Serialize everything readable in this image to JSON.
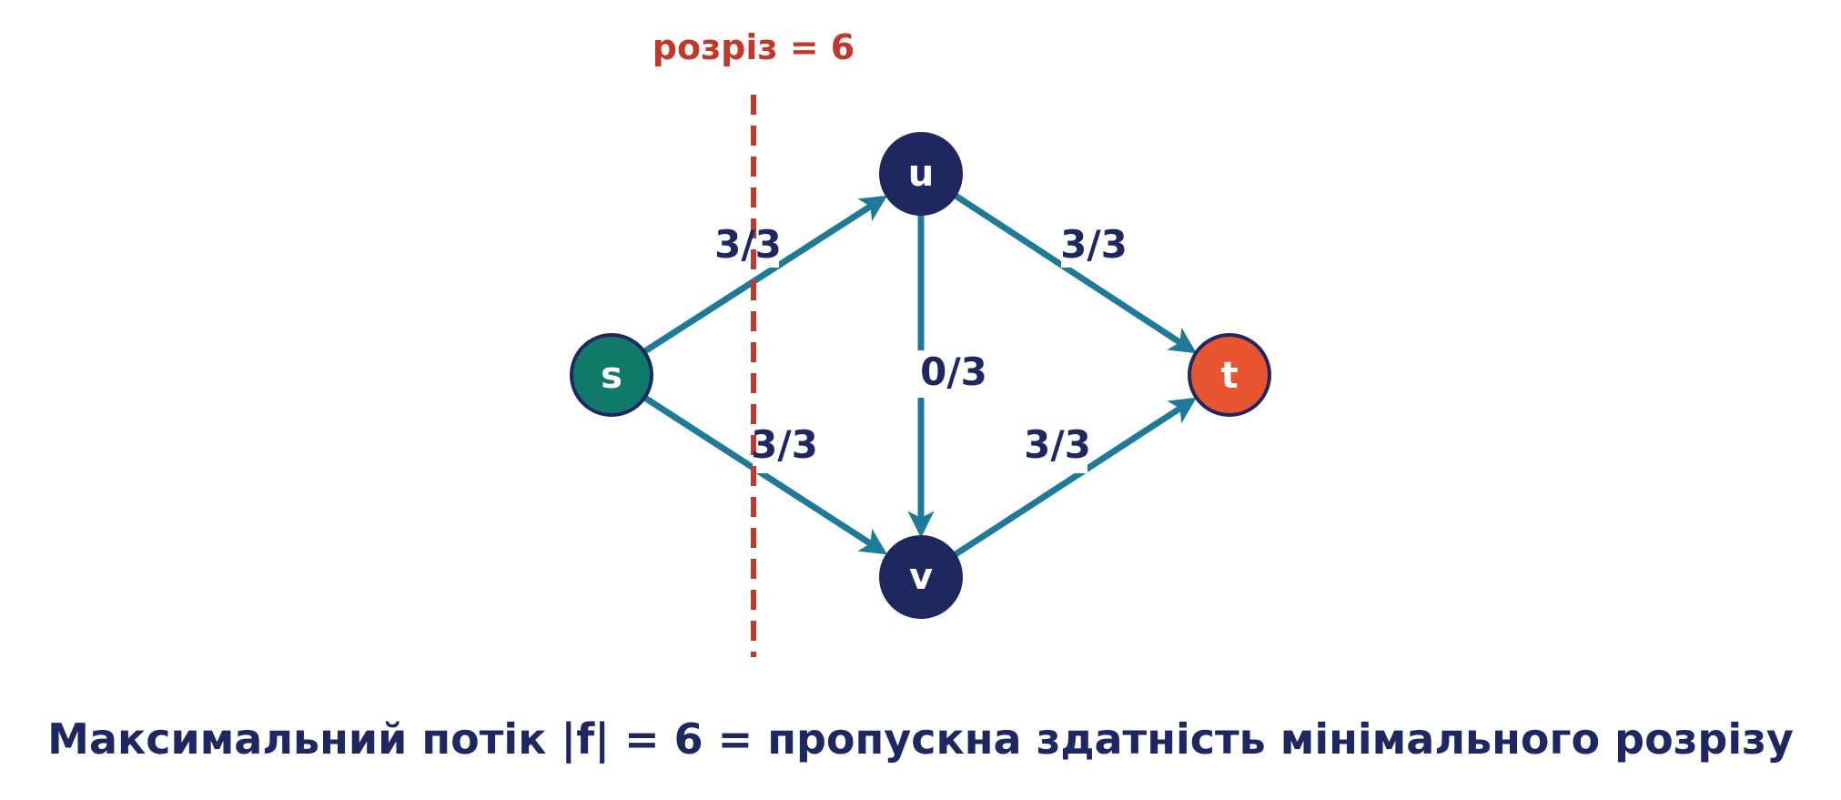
{
  "colors": {
    "edge": "#1f7a99",
    "node_dark": "#1f2761",
    "node_source": "#0f7a6a",
    "node_sink": "#e65530",
    "cut": "#c0392b",
    "text_dark": "#1f2761"
  },
  "nodes": {
    "s": {
      "label": "s"
    },
    "u": {
      "label": "u"
    },
    "v": {
      "label": "v"
    },
    "t": {
      "label": "t"
    }
  },
  "edges": {
    "s_u": {
      "label": "3/3"
    },
    "s_v": {
      "label": "3/3"
    },
    "u_v": {
      "label": "0/3"
    },
    "u_t": {
      "label": "3/3"
    },
    "v_t": {
      "label": "3/3"
    }
  },
  "cut": {
    "label": "розріз = 6"
  },
  "caption": "Максимальний потік |f| = 6 = пропускна здатність мінімального розрізу"
}
